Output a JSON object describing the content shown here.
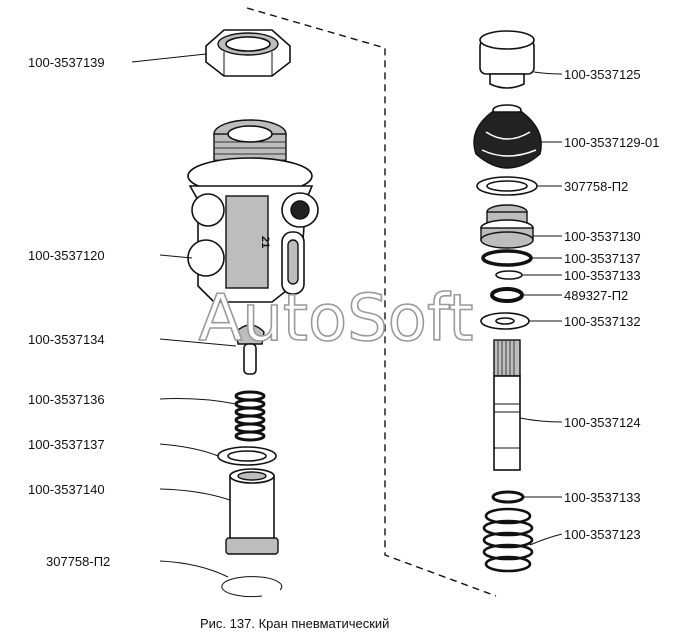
{
  "caption": "Рис. 137. Кран пневматический",
  "watermark": "AutoSoft",
  "labels_left": [
    {
      "text": "100-3537139"
    },
    {
      "text": "100-3537120"
    },
    {
      "text": "100-3537134"
    },
    {
      "text": "100-3537136"
    },
    {
      "text": "100-3537137"
    },
    {
      "text": "100-3537140"
    },
    {
      "text": "307758-П2"
    }
  ],
  "labels_right": [
    {
      "text": "100-3537125"
    },
    {
      "text": "100-3537129-01"
    },
    {
      "text": "307758-П2"
    },
    {
      "text": "100-3537130"
    },
    {
      "text": "100-3537137"
    },
    {
      "text": "100-3537133"
    },
    {
      "text": "489327-П2"
    },
    {
      "text": "100-3537132"
    },
    {
      "text": "100-3537124"
    },
    {
      "text": "100-3537133"
    },
    {
      "text": "100-3537123"
    }
  ]
}
